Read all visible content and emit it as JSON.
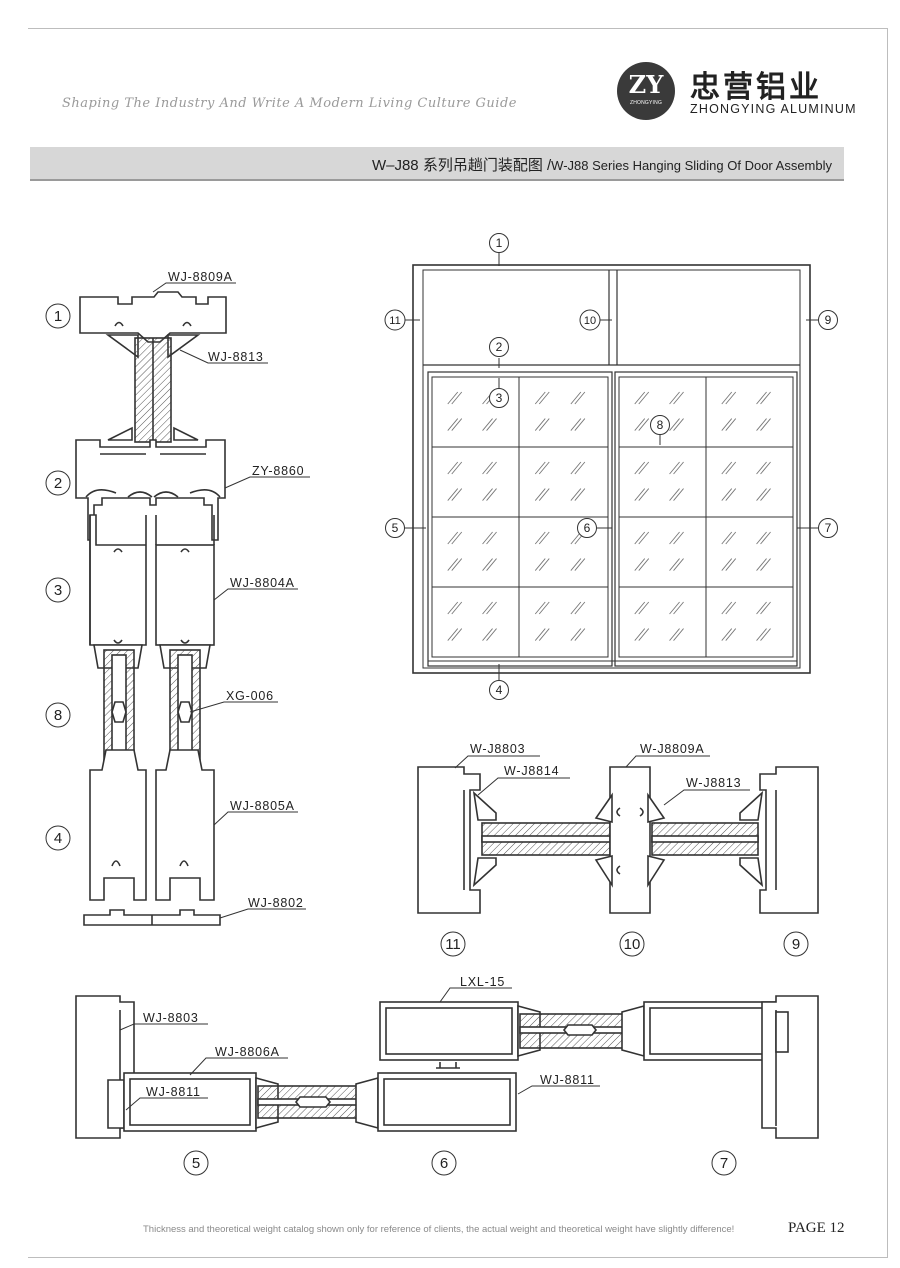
{
  "header": {
    "tagline": "Shaping The Industry And Write A Modern Living Culture Guide",
    "logo_text": "ZY",
    "logo_subtext": "ZHONGYING",
    "brand_cn": "忠营铝业",
    "brand_en": "ZHONGYING ALUMINUM"
  },
  "title": {
    "cn": "W–J88 系列吊趟门装配图 /",
    "en": "W-J88 Series Hanging Sliding Of Door Assembly"
  },
  "left_section": {
    "markers": [
      "1",
      "2",
      "3",
      "8",
      "4"
    ],
    "labels": [
      "WJ-8809A",
      "WJ-8813",
      "ZY-8860",
      "WJ-8804A",
      "XG-006",
      "WJ-8805A",
      "WJ-8802"
    ]
  },
  "elevation": {
    "markers": [
      "1",
      "2",
      "3",
      "4",
      "5",
      "6",
      "7",
      "8",
      "9",
      "10",
      "11"
    ]
  },
  "detail_11_10_9": {
    "labels": [
      "W-J8803",
      "W-J8814",
      "W-J8809A",
      "W-J8813"
    ],
    "markers": [
      "11",
      "10",
      "9"
    ]
  },
  "detail_5_6_7": {
    "labels": [
      "WJ-8803",
      "WJ-8806A",
      "WJ-8811",
      "LXL-15",
      "WJ-8811"
    ],
    "markers": [
      "5",
      "6",
      "7"
    ]
  },
  "footer": {
    "note": "Thickness and theoretical weight catalog shown only for reference of clients, the actual weight and theoretical weight have slightly difference!",
    "page": "PAGE  12"
  },
  "colors": {
    "line": "#333333",
    "title_bar": "#d7d7d7",
    "logo": "#3a3a3a"
  }
}
